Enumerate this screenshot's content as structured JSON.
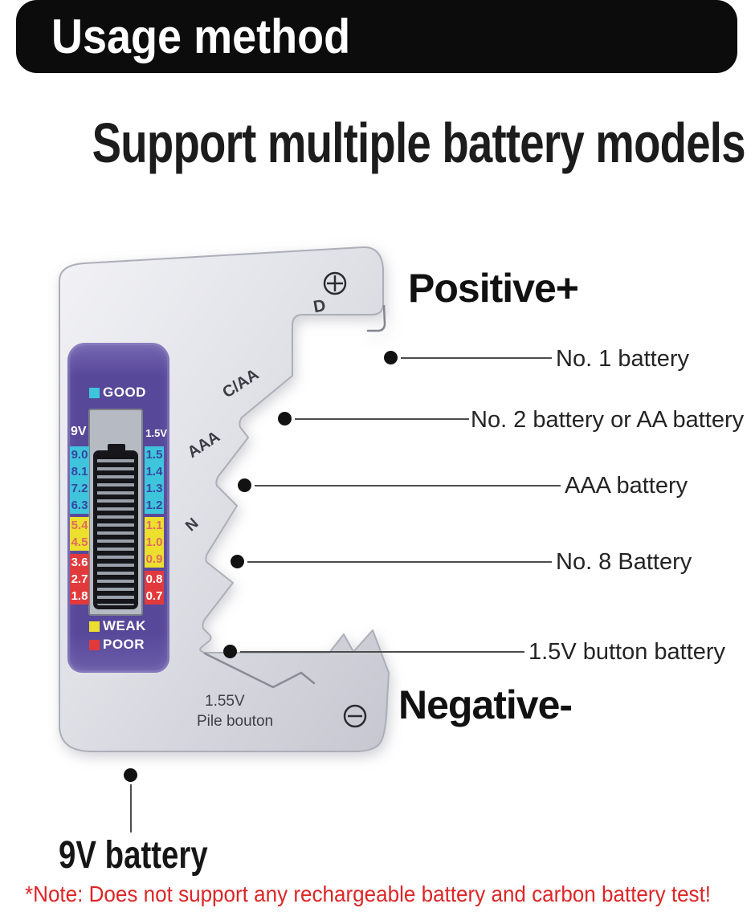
{
  "page": {
    "header_title": "Usage method",
    "main_title": "Support multiple battery models",
    "note": "*Note: Does not support any rechargeable battery and carbon battery test!"
  },
  "device": {
    "terminal_positive": "Positive+",
    "terminal_negative": "Negative-",
    "slot_labels": {
      "d": "D",
      "c_aa": "C/AA",
      "aaa": "AAA",
      "n": "N"
    },
    "button_cell": {
      "voltage": "1.55V",
      "caption": "Pile bouton"
    },
    "lcd": {
      "good_label": "GOOD",
      "weak_label": "WEAK",
      "poor_label": "POOR",
      "left_header": "9V",
      "right_header": "1.5V",
      "left_scale": [
        {
          "value": "9.0",
          "level": "good"
        },
        {
          "value": "8.1",
          "level": "good"
        },
        {
          "value": "7.2",
          "level": "good"
        },
        {
          "value": "6.3",
          "level": "good"
        },
        {
          "value": "5.4",
          "level": "weak"
        },
        {
          "value": "4.5",
          "level": "weak"
        },
        {
          "value": "3.6",
          "level": "poor"
        },
        {
          "value": "2.7",
          "level": "poor"
        },
        {
          "value": "1.8",
          "level": "poor"
        }
      ],
      "right_scale": [
        {
          "value": "1.5",
          "level": "good"
        },
        {
          "value": "1.4",
          "level": "good"
        },
        {
          "value": "1.3",
          "level": "good"
        },
        {
          "value": "1.2",
          "level": "good"
        },
        {
          "value": "1.1",
          "level": "weak"
        },
        {
          "value": "1.0",
          "level": "weak"
        },
        {
          "value": "0.9",
          "level": "weak"
        },
        {
          "value": "0.8",
          "level": "poor"
        },
        {
          "value": "0.7",
          "level": "poor"
        }
      ]
    }
  },
  "callouts": [
    {
      "label": "No. 1 battery"
    },
    {
      "label": "No. 2 battery or AA battery"
    },
    {
      "label": "AAA battery"
    },
    {
      "label": "No. 8 Battery"
    },
    {
      "label": "1.5V button battery"
    },
    {
      "label": "9V battery"
    }
  ],
  "colors": {
    "good": "#3ec5dc",
    "weak": "#ecdf2e",
    "poor": "#e23a3c",
    "lcd_purple": "#584a9a",
    "header_bg": "#0c0c0c",
    "note_red": "#dd2527"
  }
}
